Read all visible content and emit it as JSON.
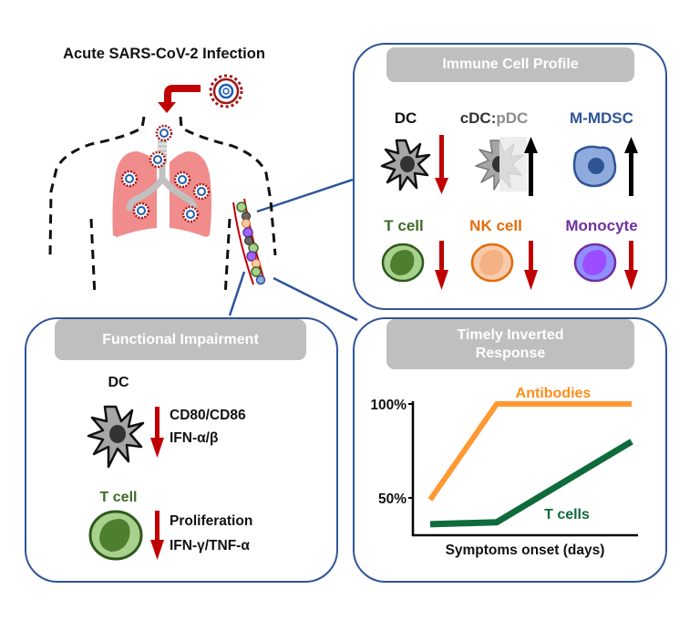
{
  "title": "Acute SARS-CoV-2 Infection",
  "colors": {
    "panel_border": "#2f5597",
    "header_pill": "#bfbfbf",
    "down_arrow": "#c00000",
    "up_arrow": "#000000",
    "lung": "#f08c8c",
    "virus": "#a01818",
    "t_cell": "#3f6b25",
    "nk_cell": "#e46c0a",
    "monocyte": "#7030a0",
    "m_mdsc": "#2f5597",
    "antibodies": "#ff9933",
    "t_cells_line": "#0e6b3b"
  },
  "immune_profile": {
    "header": "Immune Cell Profile",
    "cells": [
      {
        "name": "DC",
        "trend": "down"
      },
      {
        "name_part1": "cDC:",
        "name_part2": "pDC",
        "trend": "up"
      },
      {
        "name": "M-MDSC",
        "trend": "up"
      },
      {
        "name": "T cell",
        "trend": "down"
      },
      {
        "name": "NK cell",
        "trend": "down"
      },
      {
        "name": "Monocyte",
        "trend": "down"
      }
    ]
  },
  "functional_impairment": {
    "header": "Functional Impairment",
    "dc": {
      "label": "DC",
      "trend": "down",
      "lines": [
        "CD80/CD86",
        "IFN-α/β"
      ]
    },
    "tcell": {
      "label": "T cell",
      "trend": "down",
      "lines": [
        "Proliferation",
        "IFN-γ/TNF-α"
      ]
    }
  },
  "timely_response": {
    "header_line1": "Timely Inverted",
    "header_line2": "Response"
  },
  "chart_data": {
    "type": "line",
    "title": "Timely Inverted Response",
    "xlabel": "Symptoms onset (days)",
    "ylabel": "",
    "x": [
      0,
      1,
      3
    ],
    "ylim": [
      25,
      100
    ],
    "yticks": [
      "50%",
      "100%"
    ],
    "ytick_values": [
      50,
      100
    ],
    "grid": false,
    "series": [
      {
        "name": "Antibodies",
        "values": [
          49,
          100,
          100
        ]
      },
      {
        "name": "T cells",
        "values": [
          36,
          37,
          80
        ]
      }
    ]
  }
}
